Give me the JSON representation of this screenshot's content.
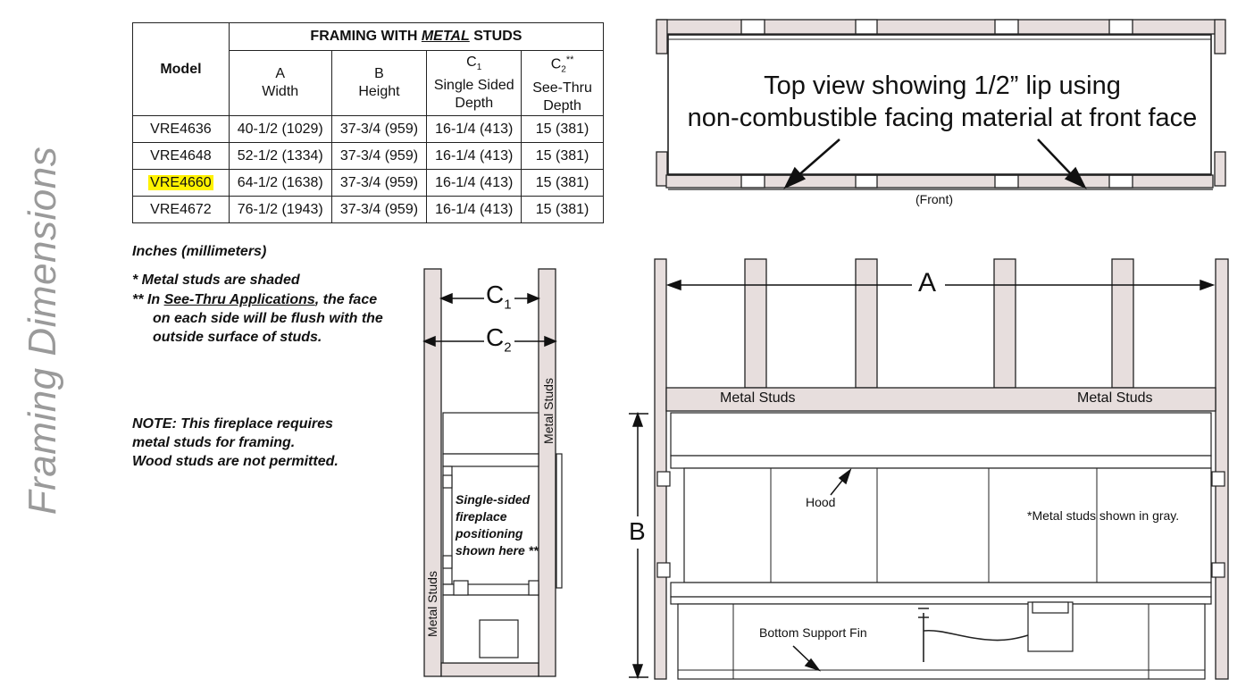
{
  "section_title": "Framing Dimensions",
  "table": {
    "model_header": "Model",
    "group_header_prefix": "FRAMING WITH ",
    "group_header_emph": "METAL",
    "group_header_suffix": " STUDS",
    "columns": [
      {
        "letter": "A",
        "sub": "",
        "mark": "",
        "line2": "Width",
        "line3": ""
      },
      {
        "letter": "B",
        "sub": "",
        "mark": "",
        "line2": "Height",
        "line3": ""
      },
      {
        "letter": "C",
        "sub": "1",
        "mark": "",
        "line2": "Single Sided",
        "line3": "Depth"
      },
      {
        "letter": "C",
        "sub": "2",
        "mark": "**",
        "line2": "See-Thru",
        "line3": "Depth"
      }
    ],
    "rows": [
      {
        "model": "VRE4636",
        "a": "40-1/2 (1029)",
        "b": "37-3/4 (959)",
        "c1": "16-1/4 (413)",
        "c2": "15 (381)"
      },
      {
        "model": "VRE4648",
        "a": "52-1/2 (1334)",
        "b": "37-3/4 (959)",
        "c1": "16-1/4 (413)",
        "c2": "15 (381)"
      },
      {
        "model": "VRE4660",
        "a": "64-1/2 (1638)",
        "b": "37-3/4 (959)",
        "c1": "16-1/4 (413)",
        "c2": "15 (381)"
      },
      {
        "model": "VRE4672",
        "a": "76-1/2 (1943)",
        "b": "37-3/4 (959)",
        "c1": "16-1/4 (413)",
        "c2": "15 (381)"
      }
    ],
    "highlight_color": "#fff200"
  },
  "units_note": "Inches (millimeters)",
  "footnote_1": "*  Metal studs are shaded",
  "footnote_2_prefix": "** In ",
  "footnote_2_link": "See-Thru Applications",
  "footnote_2_rest_1": ", the face",
  "footnote_2_line2": "on each side will be flush with the",
  "footnote_2_line3": "outside surface of studs.",
  "note_line1": "NOTE: This fireplace requires",
  "note_line2": "metal studs for framing.",
  "note_line3": "Wood studs are not permitted.",
  "top_view": {
    "caption_line1": "Top view showing 1/2” lip using",
    "caption_line2": "non-combustible facing material at front face",
    "front_label": "(Front)"
  },
  "side_view": {
    "c1_letter": "C",
    "c1_sub": "1",
    "c2_letter": "C",
    "c2_sub": "2",
    "stud_label": "Metal Studs",
    "position_line1": "Single-sided",
    "position_line2": "fireplace",
    "position_line3": "positioning",
    "position_line4": "shown here **"
  },
  "front_view": {
    "dim_a": "A",
    "dim_b": "B",
    "stud_label_left": "Metal Studs",
    "stud_label_right": "Metal Studs",
    "hood_label": "Hood",
    "gray_note": "*Metal studs shown in gray.",
    "fin_label": "Bottom Support Fin"
  },
  "colors": {
    "stud_fill": "#e7dedd",
    "line": "#222222",
    "title_gray": "#9a9a9a"
  }
}
